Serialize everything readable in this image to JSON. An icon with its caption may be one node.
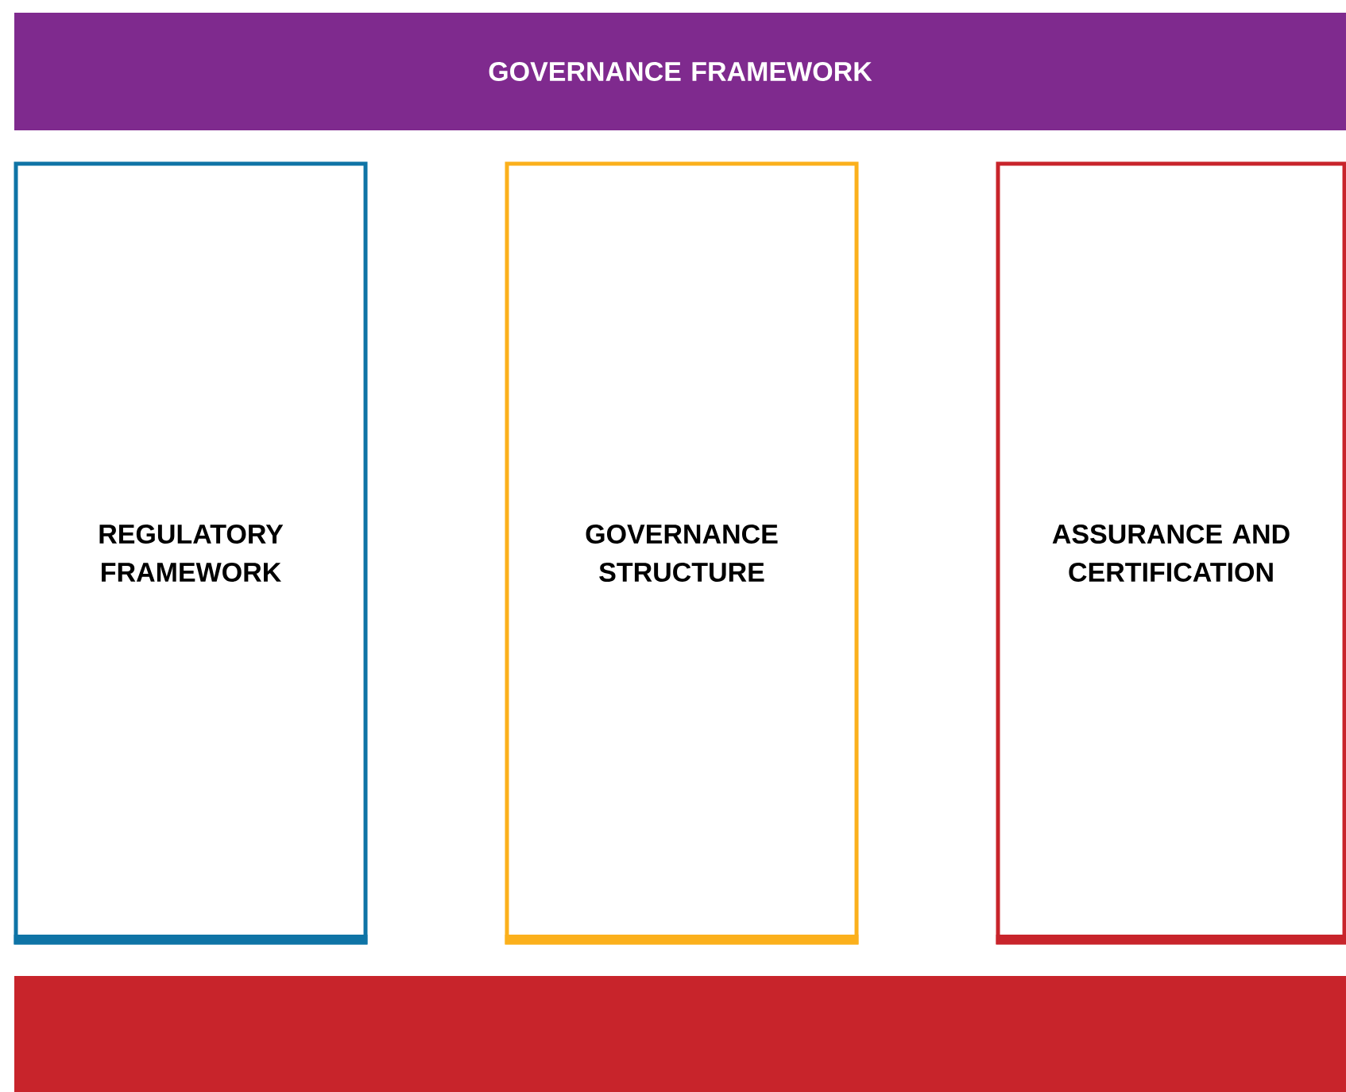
{
  "diagram": {
    "nodes": [
      {
        "text": [
          "GOVERNANCE FRAMEWORK"
        ]
      },
      {
        "text": [
          "REGULATORY FRAMEWORK"
        ]
      },
      {
        "text": [
          "GOVERNANCE STRUCTURE"
        ]
      },
      {
        "text": [
          "ASSURANCE AND CERTIFICATION"
        ]
      },
      {
        "text": [],
        "shape": "bar"
      }
    ]
  }
}
